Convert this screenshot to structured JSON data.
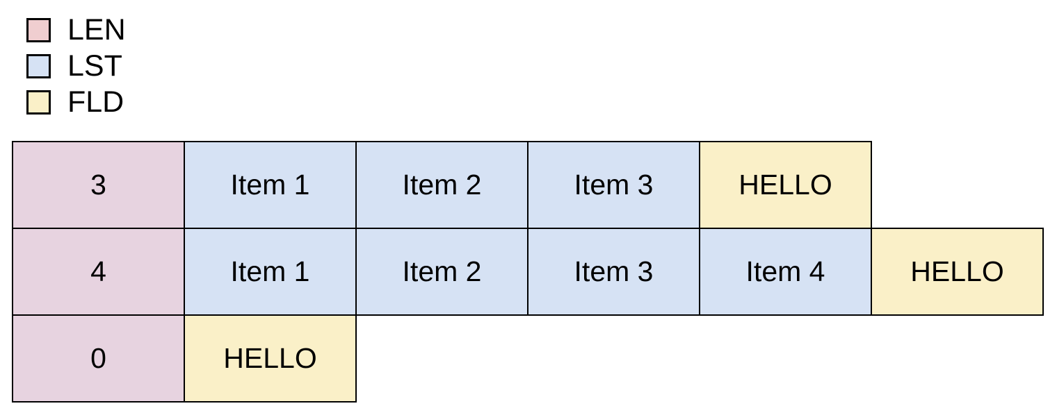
{
  "colors": {
    "len_cell": "#e7d3e0",
    "len_swatch": "#f0ced0",
    "lst": "#d6e2f4",
    "fld": "#faf0c8",
    "border": "#000000",
    "background": "#ffffff",
    "text": "#000000"
  },
  "legend": {
    "items": [
      {
        "id": "len",
        "label": "LEN",
        "color": "#f0ced0"
      },
      {
        "id": "lst",
        "label": "LST",
        "color": "#d6e2f4"
      },
      {
        "id": "fld",
        "label": "FLD",
        "color": "#faf0c8"
      }
    ]
  },
  "rows": [
    {
      "cells": [
        {
          "type": "len",
          "text": "3"
        },
        {
          "type": "lst",
          "text": "Item 1"
        },
        {
          "type": "lst",
          "text": "Item 2"
        },
        {
          "type": "lst",
          "text": "Item 3"
        },
        {
          "type": "fld",
          "text": "HELLO"
        }
      ]
    },
    {
      "cells": [
        {
          "type": "len",
          "text": "4"
        },
        {
          "type": "lst",
          "text": "Item 1"
        },
        {
          "type": "lst",
          "text": "Item 2"
        },
        {
          "type": "lst",
          "text": "Item 3"
        },
        {
          "type": "lst",
          "text": "Item 4"
        },
        {
          "type": "fld",
          "text": "HELLO"
        }
      ]
    },
    {
      "cells": [
        {
          "type": "len",
          "text": "0"
        },
        {
          "type": "fld",
          "text": "HELLO"
        }
      ]
    }
  ]
}
